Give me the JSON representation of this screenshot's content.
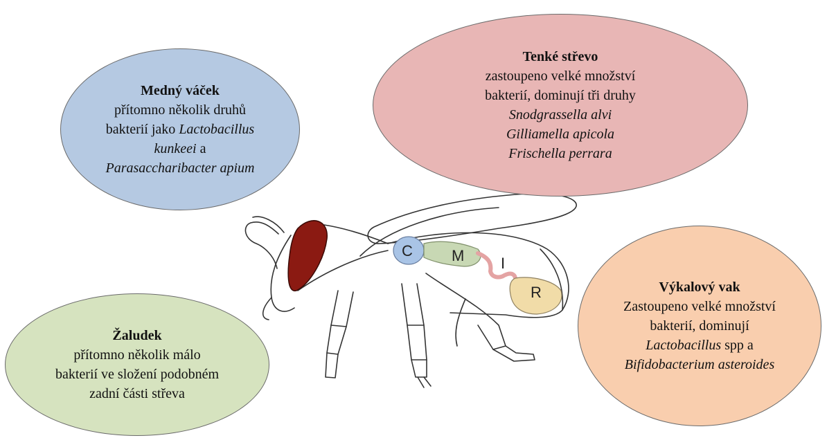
{
  "gut_labels": {
    "crop": "C",
    "midgut": "M",
    "ileum": "I",
    "rectum": "R"
  },
  "crop": {
    "title": "Medný váček",
    "line1": "přítomno několik druhů",
    "line2_pre": "bakterií jako ",
    "line2_it": "Lactobacillus",
    "line3_it": "kunkeei",
    "line3_post": " a",
    "line4_it": "Parasaccharibacter apium"
  },
  "ileum": {
    "title": "Tenké střevo",
    "line1": "zastoupeno velké množství",
    "line2": "bakterií, dominují tři druhy",
    "sp1": "Snodgrassella alvi",
    "sp2": "Gilliamella apicola",
    "sp3": "Frischella perrara"
  },
  "stomach": {
    "title": "Žaludek",
    "line1": "přítomno několik málo",
    "line2": "bakterií ve složení podobném",
    "line3": "zadní části střeva"
  },
  "rectum": {
    "title": "Výkalový vak",
    "line1": "Zastoupeno velké množství",
    "line2": "bakterií, dominují",
    "line3_it": "Lactobacillus",
    "line3_post": " spp a",
    "line4_it": "Bifidobacterium asteroides"
  },
  "colors": {
    "crop_bubble": "#b5c9e2",
    "ileum_bubble": "#e8b6b5",
    "stomach_bubble": "#d6e3bf",
    "rectum_bubble": "#f9ceae",
    "eye": "#8b1a12"
  }
}
